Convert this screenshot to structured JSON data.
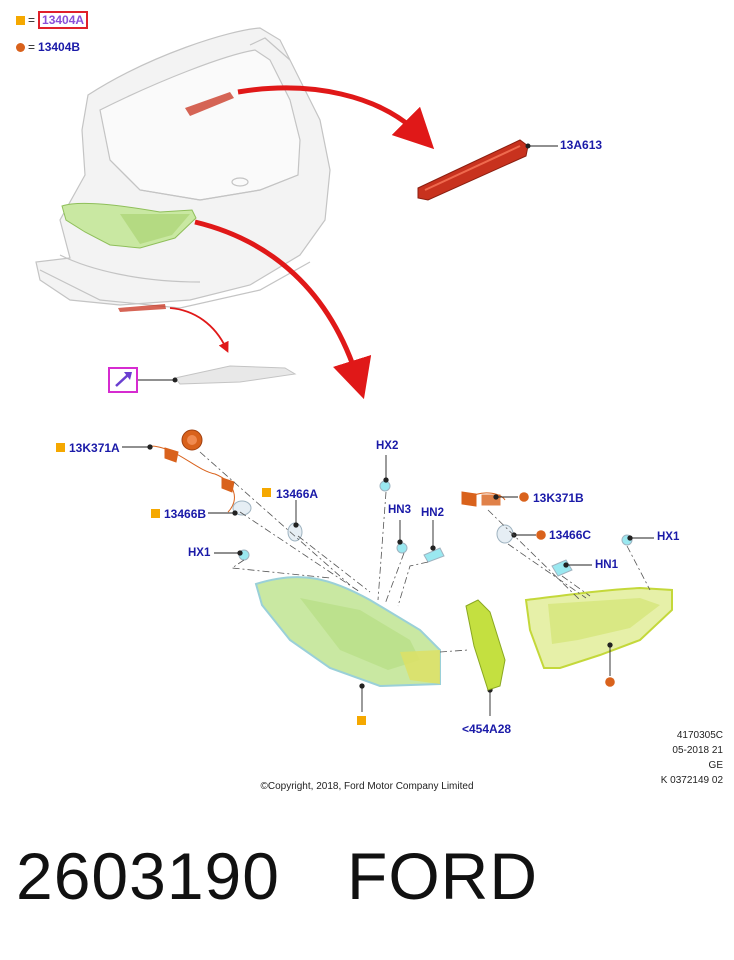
{
  "legend": [
    {
      "marker": "square",
      "equals": "=",
      "code": "13404A"
    },
    {
      "marker": "circle",
      "equals": "=",
      "code": "13404B"
    }
  ],
  "callouts": {
    "c13A613": "13A613",
    "c13K371A": "13K371A",
    "c13466A": "13466A",
    "c13466B": "13466B",
    "cHX2": "HX2",
    "cHN3": "HN3",
    "cHN2": "HN2",
    "cHX1_left": "HX1",
    "c13K371B": "13K371B",
    "c13466C": "13466C",
    "cHX1_right": "HX1",
    "cHN1": "HN1",
    "c454A28": "<454A28"
  },
  "reference": {
    "line1": "4170305C",
    "line2": "05-2018 21",
    "line3": "GE",
    "line4": "K 0372149 02"
  },
  "copyright": "©Copyright, 2018, Ford Motor Company Limited",
  "footer": {
    "part_number": "2603190",
    "brand": "FORD"
  },
  "colors": {
    "lamp_green": "#c9e8a2",
    "lamp_edge": "#9ad0d8",
    "arrow_red": "#e01818",
    "part_red": "#c8321e",
    "marker_orange": "#f5a800",
    "marker_circle": "#d9621c",
    "label_blue": "#1a1aa8",
    "highlight_magenta": "#d62bd0"
  }
}
